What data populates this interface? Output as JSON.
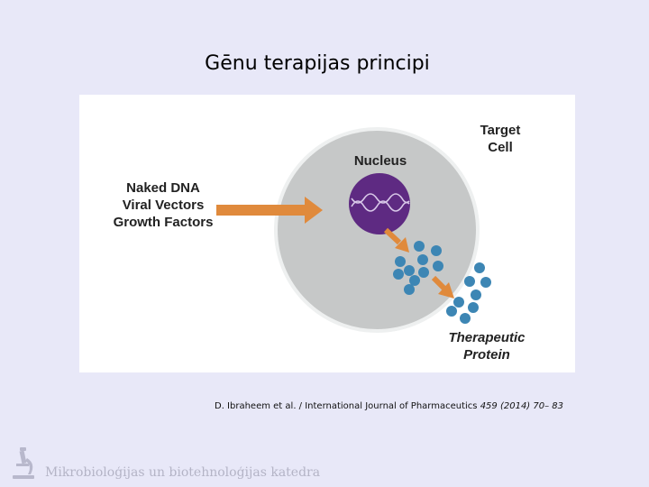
{
  "slide": {
    "title": "Gēnu terapijas principi",
    "citation_main": "D. Ibraheem et al. / International Journal of Pharmaceutics ",
    "citation_ref": "459 (2014) 70– 83",
    "footer_text": "Mikrobioloģijas un biotehnoloģijas katedra",
    "footer_icon": "microscope-icon"
  },
  "diagram": {
    "inputs": [
      "Naked DNA",
      "Viral Vectors",
      "Growth Factors"
    ],
    "nucleus_label": "Nucleus",
    "target_cell_label": [
      "Target",
      "Cell"
    ],
    "protein_label": [
      "Therapeutic",
      "Protein"
    ],
    "colors": {
      "cell_fill": "#c6c8c8",
      "cell_stroke": "#f0f2f2",
      "nucleus": "#5e2a82",
      "arrow": "#e08a3c",
      "protein": "#3d86b4",
      "dna": "#d8c8e8"
    }
  }
}
